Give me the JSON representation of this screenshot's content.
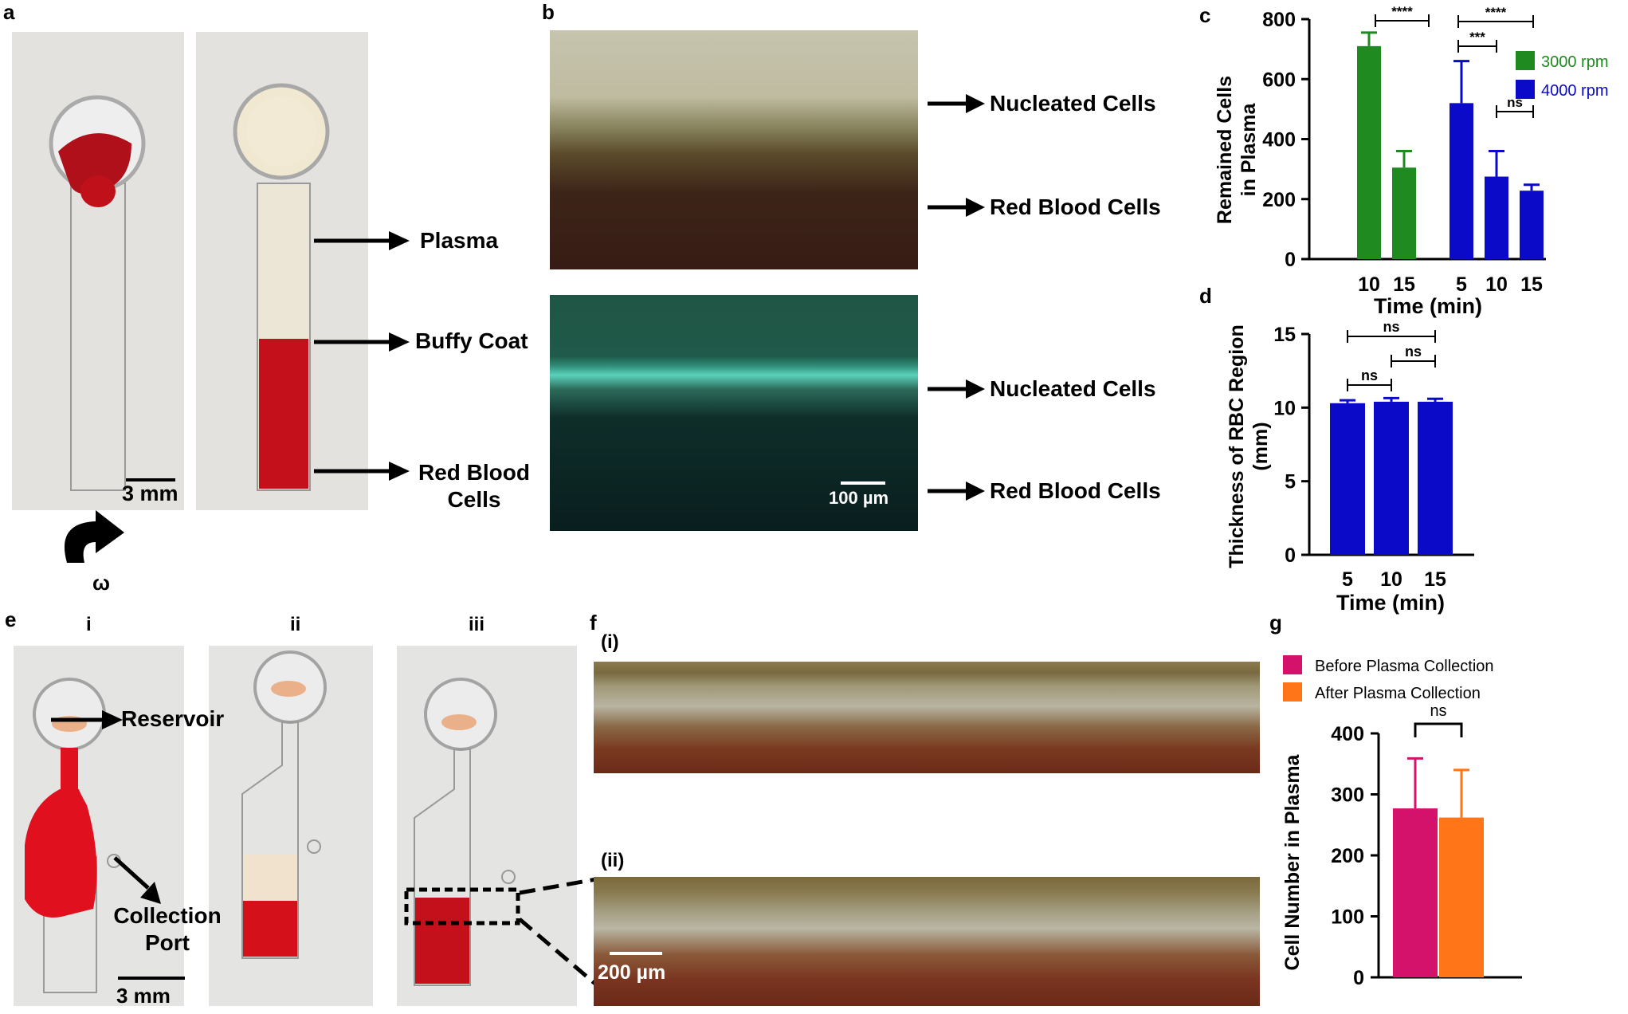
{
  "panels": {
    "a": "a",
    "b": "b",
    "c": "c",
    "d": "d",
    "e": "e",
    "f": "f",
    "g": "g"
  },
  "panel_a": {
    "scale_bar": "3 mm",
    "rotation_symbol": "ω",
    "labels": {
      "plasma": "Plasma",
      "buffy_coat": "Buffy Coat",
      "rbc_line1": "Red Blood",
      "rbc_line2": "Cells"
    }
  },
  "panel_b": {
    "top_labels": {
      "nucleated": "Nucleated Cells",
      "rbc": "Red Blood Cells"
    },
    "bottom_labels": {
      "nucleated": "Nucleated Cells",
      "rbc": "Red Blood Cells"
    },
    "scale_bar": "100 µm"
  },
  "panel_e": {
    "subpanels": [
      "i",
      "ii",
      "iii"
    ],
    "reservoir": "Reservoir",
    "collection_line1": "Collection",
    "collection_line2": "Port",
    "scale_bar": "3 mm"
  },
  "panel_f": {
    "sub_i": "(i)",
    "sub_ii": "(ii)",
    "scale_bar": "200 µm"
  },
  "colors": {
    "green": "#1f8a1f",
    "blue": "#0a0ac8",
    "magenta": "#d4126c",
    "orange": "#ff7518",
    "blood": "#c4101a"
  },
  "chart_data": [
    {
      "id": "c",
      "type": "bar",
      "ylabel_line1": "Remained Cells",
      "ylabel_line2": "in Plasma",
      "xlabel": "Time (min)",
      "ylim": [
        0,
        800
      ],
      "yticks": [
        "0",
        "200",
        "400",
        "600",
        "800"
      ],
      "series": [
        {
          "name": "3000 rpm",
          "categories": [
            "10",
            "15"
          ],
          "values": [
            710,
            305
          ],
          "errors": [
            45,
            55
          ]
        },
        {
          "name": "4000 rpm",
          "categories": [
            "5",
            "10",
            "15"
          ],
          "values": [
            520,
            275
          ],
          "errors": [
            140,
            85
          ],
          "values_extra": [
            228
          ],
          "errors_extra": [
            20
          ]
        }
      ],
      "significance": [
        "****",
        "****",
        "***",
        "ns"
      ]
    },
    {
      "id": "d",
      "type": "bar",
      "ylabel_line1": "Thickness of RBC Region",
      "ylabel_line2": "(mm)",
      "xlabel": "Time (min)",
      "ylim": [
        0,
        15
      ],
      "yticks": [
        "0",
        "5",
        "10",
        "15"
      ],
      "categories": [
        "5",
        "10",
        "15"
      ],
      "values": [
        10.3,
        10.4,
        10.4
      ],
      "errors": [
        0.2,
        0.25,
        0.2
      ],
      "significance": [
        "ns",
        "ns",
        "ns"
      ]
    },
    {
      "id": "g",
      "type": "bar",
      "ylabel": "Cell Number in Plasma",
      "ylim": [
        0,
        400
      ],
      "yticks": [
        "0",
        "100",
        "200",
        "300",
        "400"
      ],
      "series": [
        {
          "name": "Before Plasma Collection",
          "value": 277,
          "error": 82
        },
        {
          "name": "After Plasma Collection",
          "value": 262,
          "error": 78
        }
      ],
      "significance": "ns"
    }
  ]
}
